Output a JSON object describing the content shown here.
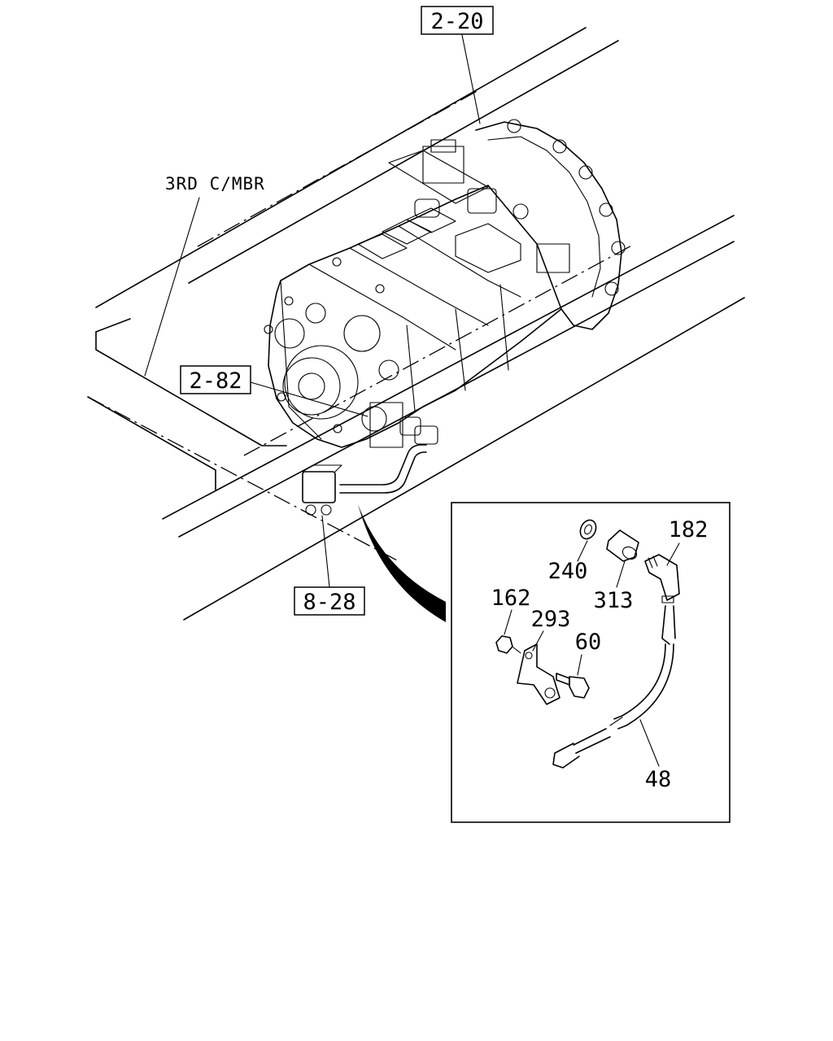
{
  "labels": {
    "ref_2_20": "2-20",
    "ref_2_82": "2-82",
    "ref_8_28": "8-28",
    "member": "3RD C/MBR",
    "part_182": "182",
    "part_240": "240",
    "part_313": "313",
    "part_162": "162",
    "part_293": "293",
    "part_60": "60",
    "part_48": "48"
  }
}
